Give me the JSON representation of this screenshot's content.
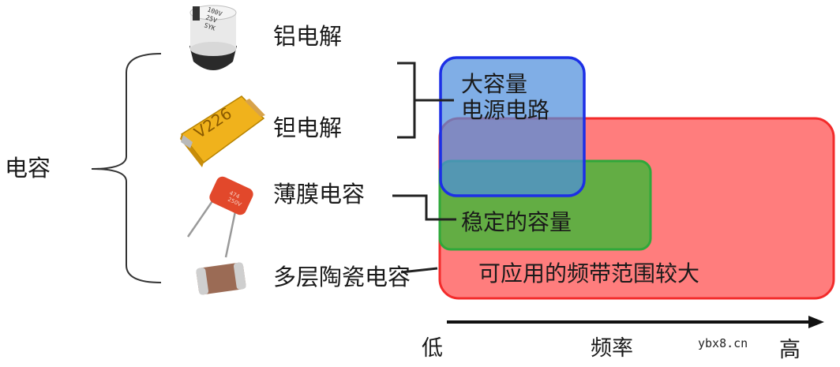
{
  "root_label": "电容",
  "capacitor_types": [
    {
      "label": "铝电解",
      "icon": "aluminum-electrolytic-capacitor-icon",
      "marking": [
        "100V",
        "25V",
        "SYK"
      ]
    },
    {
      "label": "钽电解",
      "icon": "tantalum-capacitor-icon",
      "marking": [
        "V226"
      ]
    },
    {
      "label": "薄膜电容",
      "icon": "film-capacitor-icon",
      "marking": [
        "474",
        "250V"
      ]
    },
    {
      "label": "多层陶瓷电容",
      "icon": "mlcc-capacitor-icon",
      "marking": []
    }
  ],
  "regions": {
    "large_capacity": {
      "lines": [
        "大容量",
        "电源电路"
      ],
      "color": "#5b8fd6",
      "border": "#1a2fe0"
    },
    "stable_capacity": {
      "text": "稳定的容量",
      "color": "#4caf3a",
      "border": "#2fa83a"
    },
    "wide_band": {
      "text": "可应用的频带范围较大",
      "color": "#ff6b6b",
      "border": "#f52a2a"
    }
  },
  "axis": {
    "low": "低",
    "mid": "频率",
    "high": "高"
  },
  "watermark": "ybx8.cn"
}
